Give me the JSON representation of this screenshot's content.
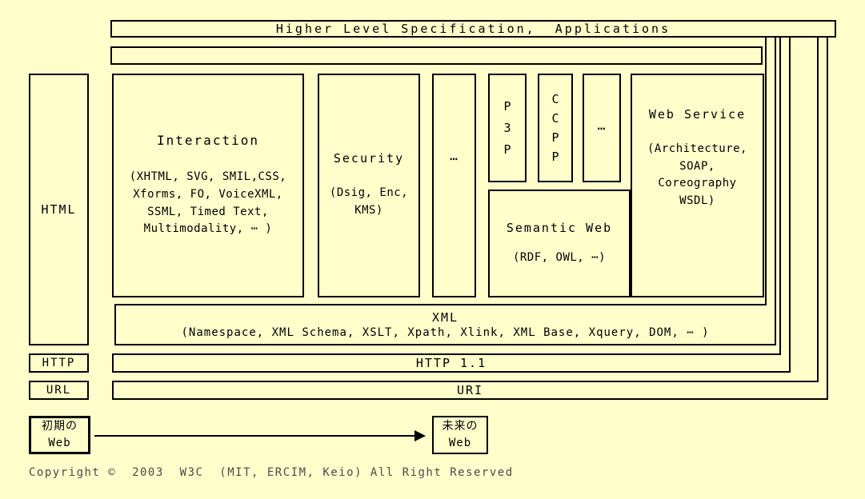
{
  "colors": {
    "background": "#FFFFCC",
    "border": "#000000",
    "text": "#000000",
    "copyright_text": "#4a4a4a"
  },
  "layers": {
    "top": "Higher Level Specification,  Applications",
    "xml": {
      "title": "XML",
      "detail": "(Namespace, XML Schema, XSLT, Xpath, Xlink, XML Base, Xquery, DOM, ⋯ )"
    },
    "http": {
      "side": "HTTP",
      "bar": "HTTP 1.1"
    },
    "uri": {
      "side": "URL",
      "bar": "URI"
    }
  },
  "stack": {
    "html": "HTML",
    "interaction": {
      "title": "Interaction",
      "detail": "(XHTML, SVG, SMIL,CSS,\nXforms, FO, VoiceXML,\nSSML, Timed Text,\nMultimodality, ⋯ )"
    },
    "security": {
      "title": "Security",
      "detail": "(Dsig, Enc,\nKMS)"
    },
    "ellipsis_tall": "⋯",
    "p3p": "P3P",
    "ccpp": "CCPP",
    "ellipsis_small": "⋯",
    "web_service": {
      "title": "Web Service",
      "detail": "(Architecture,\nSOAP,\nCoreography\nWSDL)"
    },
    "semantic_web": {
      "title": "Semantic Web",
      "detail": "(RDF, OWL, ⋯)"
    }
  },
  "timeline": {
    "start": "初期の\nWeb",
    "end": "未来の\nWeb"
  },
  "copyright": "Copyright ©  2003  W3C  (MIT, ERCIM, Keio) All Right Reserved"
}
